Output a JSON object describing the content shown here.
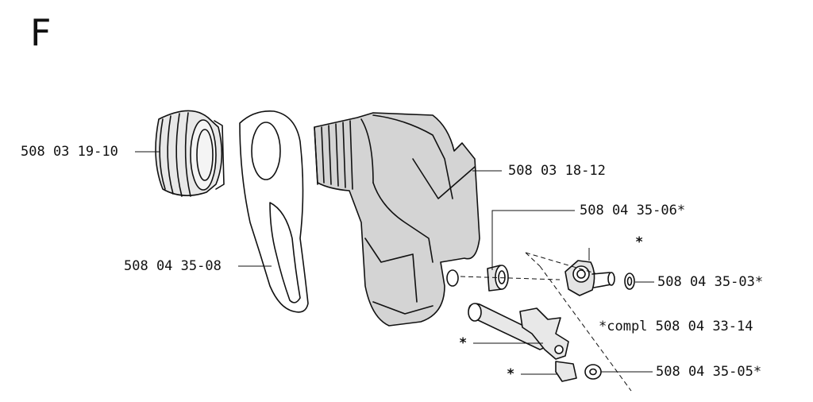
{
  "section_letter": "F",
  "parts": {
    "nut": "508 03 19-10",
    "plate": "508 04 35-08",
    "housing": "508 03 18-12",
    "bushing": "508 04 35-06*",
    "nozzle": "508 04 35-03*",
    "washer": "508 04 35-05*"
  },
  "assembly": {
    "prefix": "*compl",
    "number": "508 04 33-14"
  },
  "marks": {
    "star": "*"
  }
}
